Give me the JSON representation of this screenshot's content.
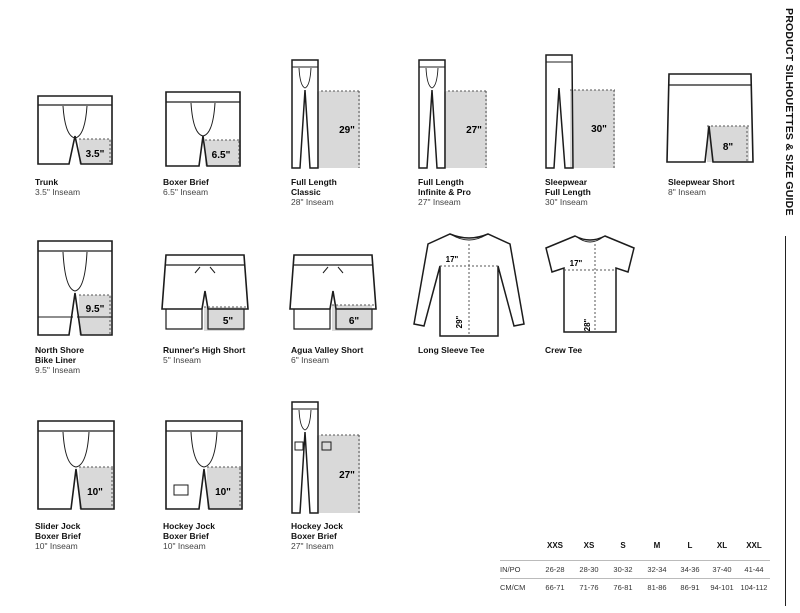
{
  "header": {
    "title": "PRODUCT SILHOUETTES & SIZE GUIDE"
  },
  "products": [
    {
      "title1": "Trunk",
      "title2": "",
      "sub": "3.5\" Inseam",
      "measure": "3.5\""
    },
    {
      "title1": "Boxer Brief",
      "title2": "",
      "sub": "6.5\" Inseam",
      "measure": "6.5\""
    },
    {
      "title1": "Full Length",
      "title2": "Classic",
      "sub": "28\" Inseam",
      "measure": "29\""
    },
    {
      "title1": "Full Length",
      "title2": "Infinite & Pro",
      "sub": "27\" Inseam",
      "measure": "27\""
    },
    {
      "title1": "Sleepwear",
      "title2": "Full Length",
      "sub": "30\" Inseam",
      "measure": "30\""
    },
    {
      "title1": "Sleepwear Short",
      "title2": "",
      "sub": "8\" Inseam",
      "measure": "8\""
    },
    {
      "title1": "North Shore",
      "title2": "Bike Liner",
      "sub": "9.5\" Inseam",
      "measure": "9.5\""
    },
    {
      "title1": "Runner's High Short",
      "title2": "",
      "sub": "5\" Inseam",
      "measure": "5\""
    },
    {
      "title1": "Agua Valley Short",
      "title2": "",
      "sub": "6\" Inseam",
      "measure": "6\""
    },
    {
      "title1": "Long Sleeve Tee",
      "title2": "",
      "sub": "",
      "measure": "17\"",
      "measure2": "29\""
    },
    {
      "title1": "Crew Tee",
      "title2": "",
      "sub": "",
      "measure": "17\"",
      "measure2": "28\""
    },
    {
      "title1": "Slider Jock",
      "title2": "Boxer Brief",
      "sub": "10\" Inseam",
      "measure": "10\""
    },
    {
      "title1": "Hockey Jock",
      "title2": "Boxer Brief",
      "sub": "10\" Inseam",
      "measure": "10\""
    },
    {
      "title1": "Hockey Jock",
      "title2": "Boxer Brief",
      "sub": "27\" Inseam",
      "measure": "27\""
    }
  ],
  "size_table": {
    "headers": [
      "",
      "XXS",
      "XS",
      "S",
      "M",
      "L",
      "XL",
      "XXL"
    ],
    "rows": [
      {
        "label": "IN/PO",
        "values": [
          "26-28",
          "28-30",
          "30-32",
          "32-34",
          "34-36",
          "37-40",
          "41-44"
        ]
      },
      {
        "label": "CM/CM",
        "values": [
          "66-71",
          "71-76",
          "76-81",
          "81-86",
          "86-91",
          "94-101",
          "104-112"
        ]
      }
    ]
  },
  "colors": {
    "shade": "#d9d9d9",
    "line": "#1c1c1c"
  }
}
